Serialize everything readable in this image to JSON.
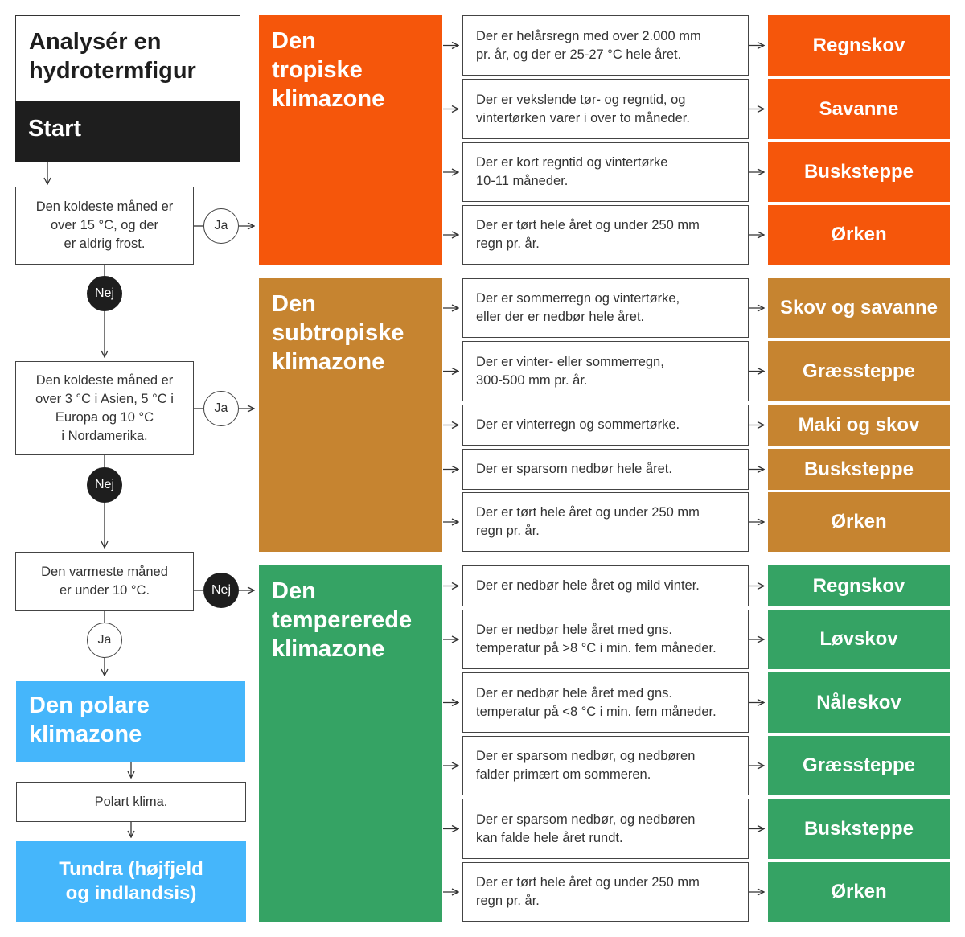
{
  "title": {
    "line1": "Analysér en",
    "line2": "hydrotermfigur"
  },
  "start": "Start",
  "questions": {
    "q1": "Den koldeste måned er\nover 15 °C, og der\ner aldrig frost.",
    "q2": "Den koldeste måned er\nover 3 °C i Asien, 5 °C i\nEuropa og 10 °C\ni Nordamerika.",
    "q3": "Den varmeste måned\ner under 10 °C."
  },
  "answers": {
    "ja": "Ja",
    "nej": "Nej"
  },
  "colors": {
    "tropical": "#f5560b",
    "subtropical": "#c68430",
    "temperate": "#35a364",
    "polar": "#45b6fb",
    "dark": "#1e1e1e"
  },
  "zones": {
    "tropical": {
      "name": "Den\ntropiske\nklimazone",
      "rows": [
        {
          "condition": "Der er helårsregn med over 2.000 mm\npr. år, og der er 25-27 °C hele året.",
          "result": "Regnskov"
        },
        {
          "condition": "Der er vekslende tør- og regntid, og\nvintertørken varer i over to måneder.",
          "result": "Savanne"
        },
        {
          "condition": "Der er kort regntid og vintertørke\n10-11 måneder.",
          "result": "Busksteppe"
        },
        {
          "condition": "Der er tørt hele året og under 250 mm\nregn pr. år.",
          "result": "Ørken"
        }
      ]
    },
    "subtropical": {
      "name": "Den\nsubtropiske\nklimazone",
      "rows": [
        {
          "condition": "Der er sommerregn og vintertørke,\neller der er nedbør hele året.",
          "result": "Skov og savanne"
        },
        {
          "condition": "Der er vinter- eller sommerregn,\n300-500 mm pr. år.",
          "result": "Græssteppe"
        },
        {
          "condition": "Der er vinterregn og sommertørke.",
          "result": "Maki og skov"
        },
        {
          "condition": "Der er sparsom nedbør hele året.",
          "result": "Busksteppe"
        },
        {
          "condition": "Der er tørt hele året og under 250 mm\nregn pr. år.",
          "result": "Ørken"
        }
      ]
    },
    "temperate": {
      "name": "Den\ntempererede\nklimazone",
      "rows": [
        {
          "condition": "Der er nedbør hele året og mild vinter.",
          "result": "Regnskov"
        },
        {
          "condition": "Der er nedbør hele året med gns.\ntemperatur på >8 °C i min. fem måneder.",
          "result": "Løvskov"
        },
        {
          "condition": "Der er nedbør hele året med gns.\ntemperatur på <8 °C i min. fem måneder.",
          "result": "Nåleskov"
        },
        {
          "condition": "Der er sparsom nedbør, og nedbøren\nfalder primært om sommeren.",
          "result": "Græssteppe"
        },
        {
          "condition": "Der er sparsom nedbør, og nedbøren\nkan falde hele året rundt.",
          "result": "Busksteppe"
        },
        {
          "condition": "Der er tørt hele året og under 250 mm\nregn pr. år.",
          "result": "Ørken"
        }
      ]
    }
  },
  "polar": {
    "name": "Den polare\nklimazone",
    "condition": "Polart klima.",
    "result": "Tundra (højfjeld\nog indlandsis)"
  }
}
